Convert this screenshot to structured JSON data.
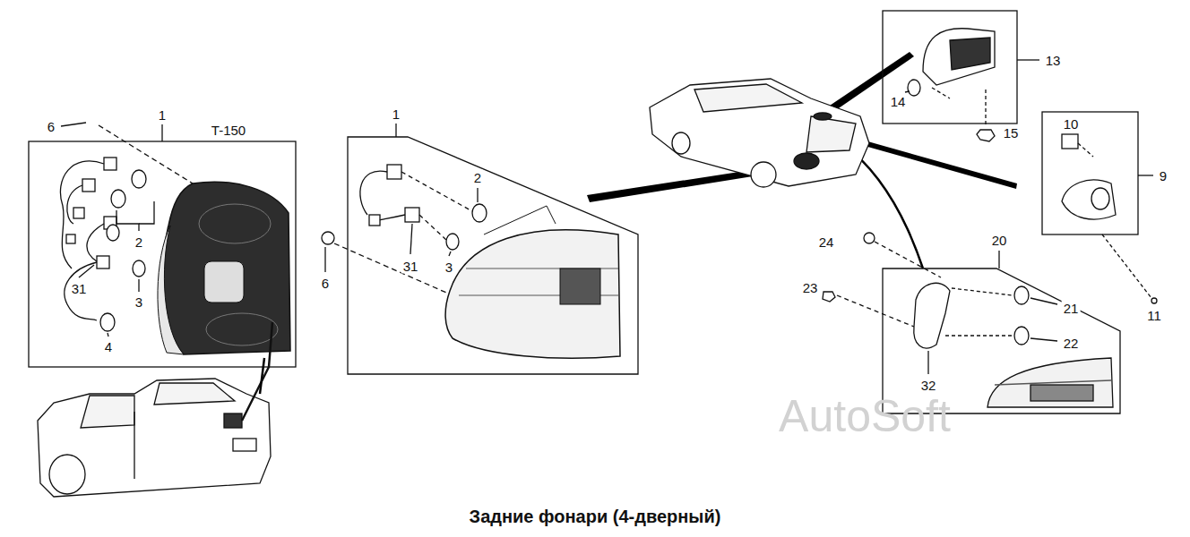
{
  "diagram": {
    "caption": "Задние фонари (4-дверный)",
    "labels": [
      "6",
      "1",
      "T-150",
      "2",
      "31",
      "3",
      "4",
      "1",
      "2",
      "6",
      "31",
      "3",
      "13",
      "14",
      "15",
      "10",
      "9",
      "11",
      "24",
      "20",
      "23",
      "21",
      "22",
      "32",
      "AutoSoft"
    ]
  }
}
